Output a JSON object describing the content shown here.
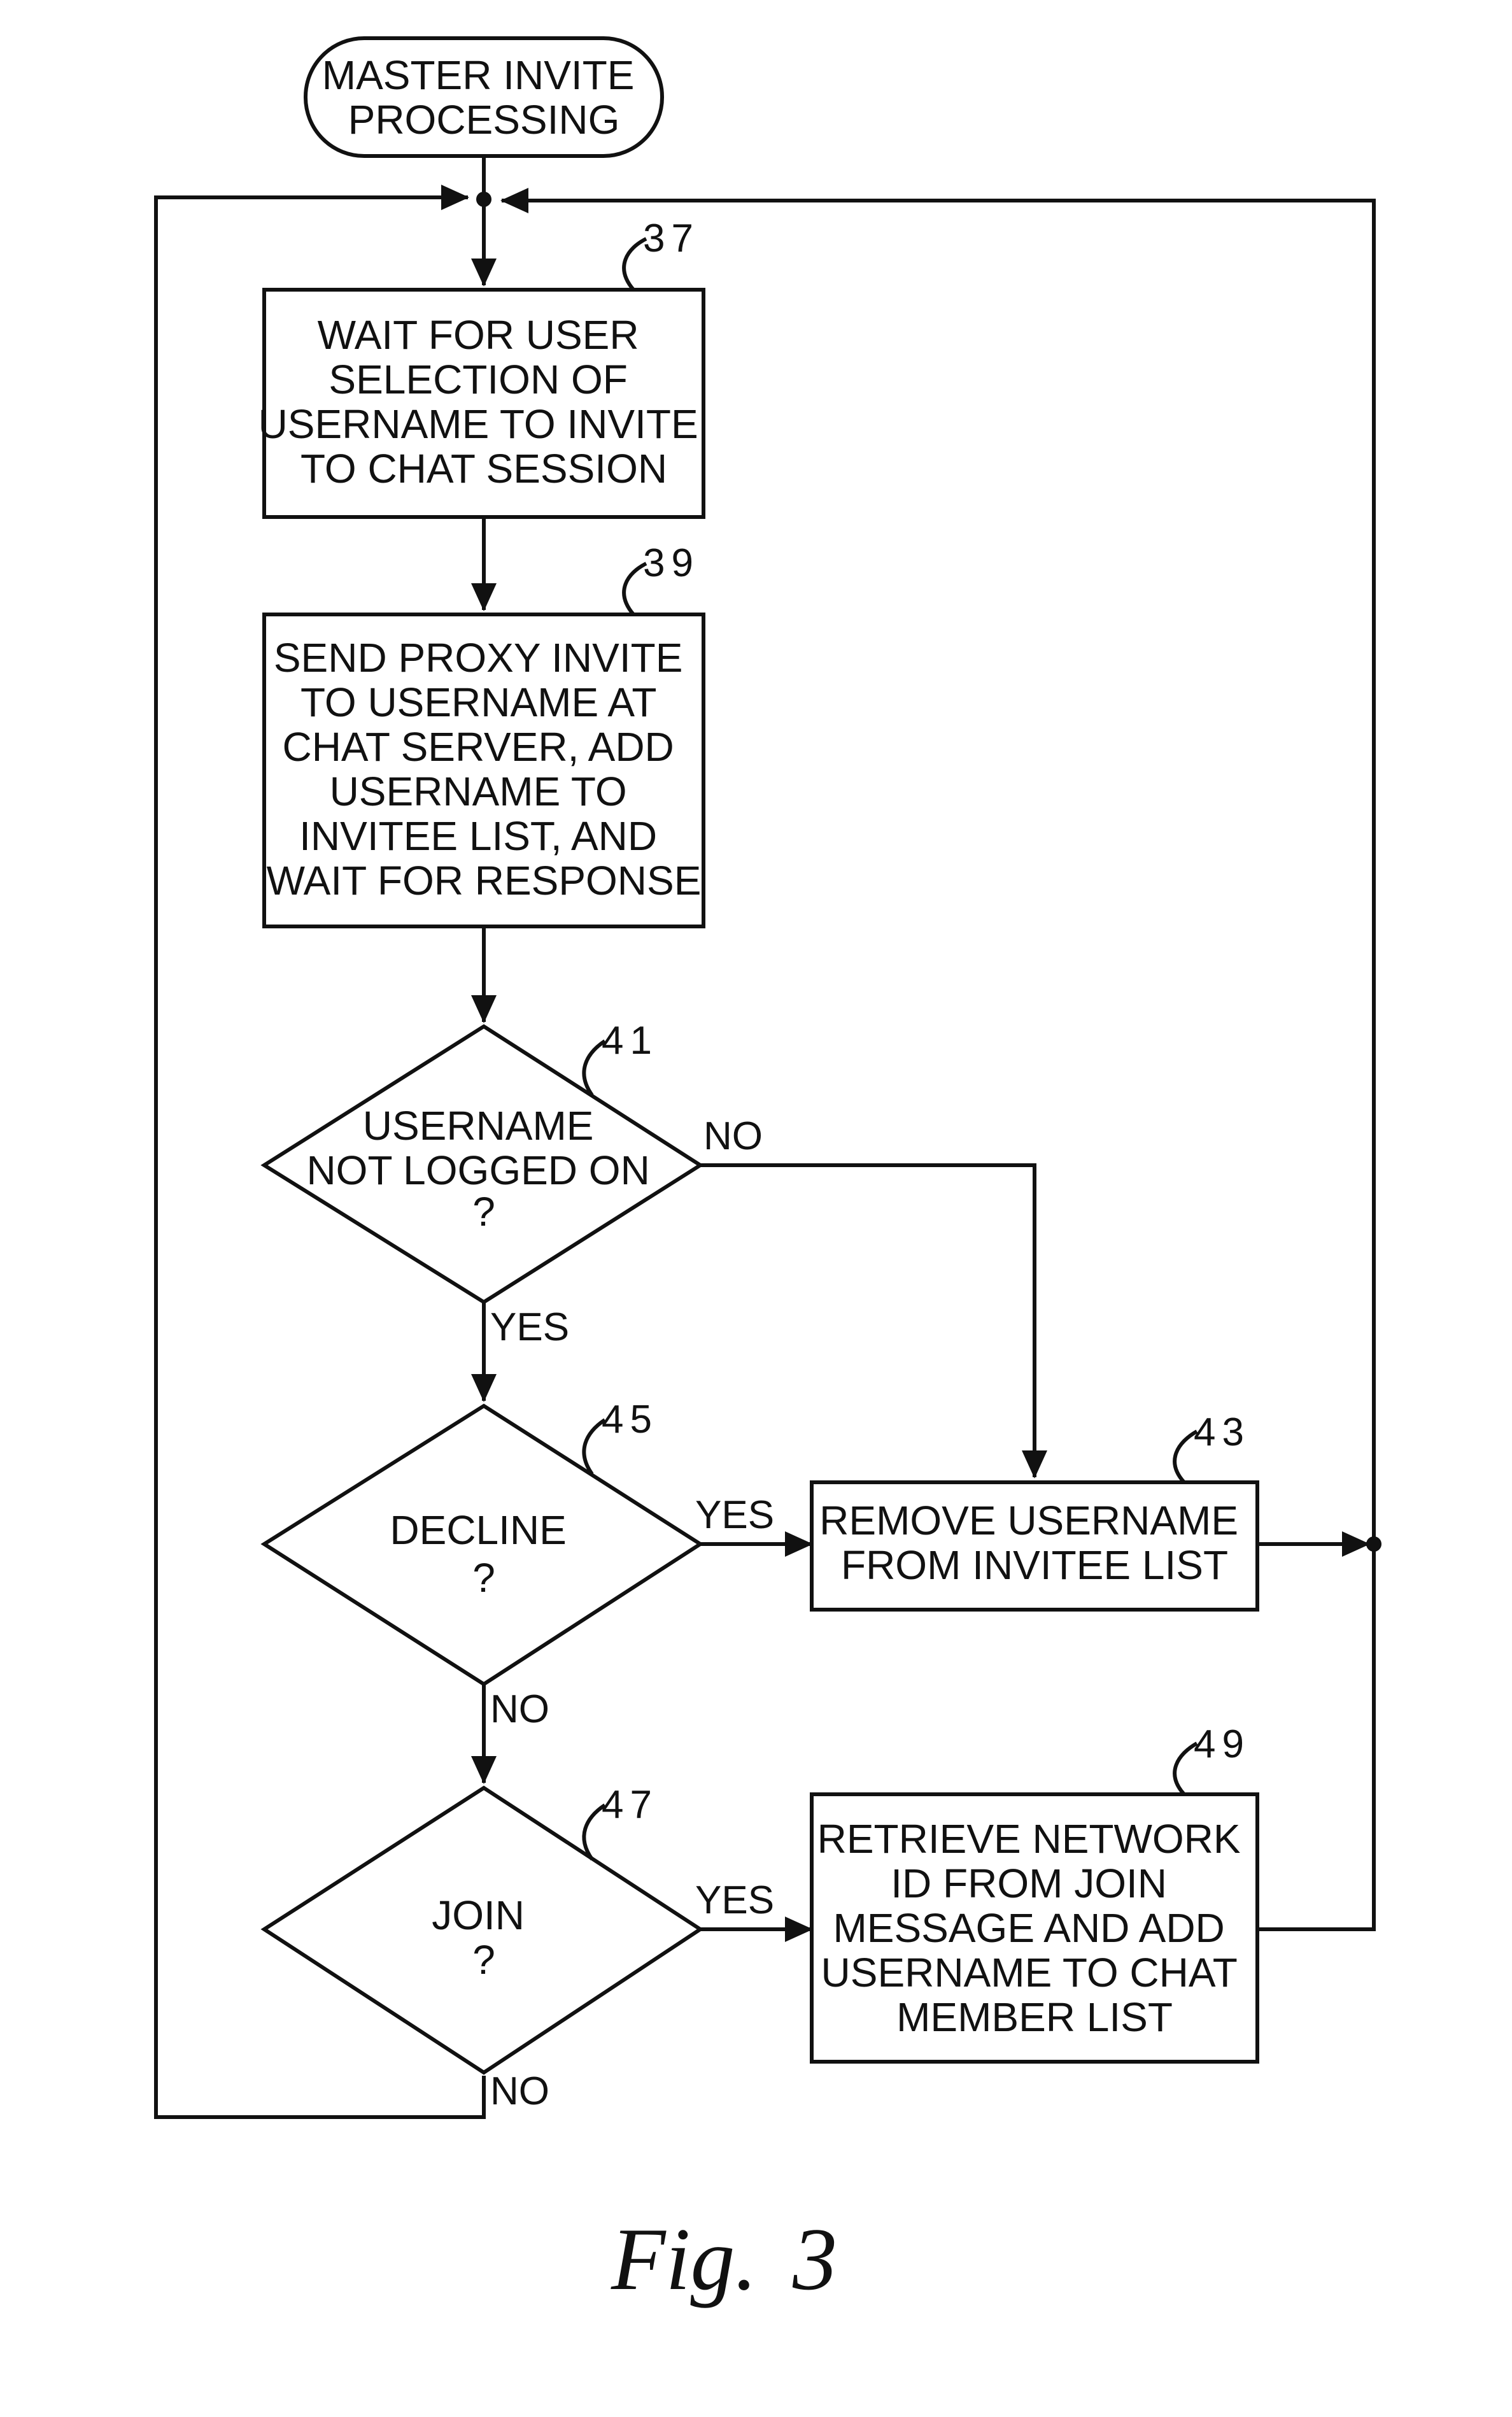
{
  "diagram": {
    "nodes": [
      {
        "id": "start",
        "shape": "terminal",
        "lines": [
          "MASTER INVITE",
          "PROCESSING"
        ]
      },
      {
        "id": "37",
        "ref": "37",
        "shape": "process",
        "lines": [
          "WAIT FOR USER",
          "SELECTION OF",
          "USERNAME TO INVITE",
          "TO CHAT SESSION"
        ]
      },
      {
        "id": "39",
        "ref": "39",
        "shape": "process",
        "lines": [
          "SEND PROXY INVITE",
          "TO USERNAME AT",
          "CHAT SERVER, ADD",
          "USERNAME TO",
          "INVITEE LIST, AND",
          "WAIT FOR RESPONSE"
        ]
      },
      {
        "id": "41",
        "ref": "41",
        "shape": "decision",
        "lines": [
          "USERNAME",
          "NOT LOGGED ON",
          "?"
        ]
      },
      {
        "id": "45",
        "ref": "45",
        "shape": "decision",
        "lines": [
          "DECLINE",
          "?"
        ]
      },
      {
        "id": "47",
        "ref": "47",
        "shape": "decision",
        "lines": [
          "JOIN",
          "?"
        ]
      },
      {
        "id": "43",
        "ref": "43",
        "shape": "process",
        "lines": [
          "REMOVE USERNAME",
          "FROM INVITEE LIST"
        ]
      },
      {
        "id": "49",
        "ref": "49",
        "shape": "process",
        "lines": [
          "RETRIEVE NETWORK",
          "ID FROM JOIN",
          "MESSAGE AND ADD",
          "USERNAME TO CHAT",
          "MEMBER LIST"
        ]
      }
    ],
    "edges": [
      {
        "from": "start",
        "to": "37",
        "label": ""
      },
      {
        "from": "37",
        "to": "39",
        "label": ""
      },
      {
        "from": "39",
        "to": "41",
        "label": ""
      },
      {
        "from": "41",
        "to": "45",
        "label": "YES"
      },
      {
        "from": "41",
        "to": "43",
        "label": "NO"
      },
      {
        "from": "45",
        "to": "43",
        "label": "YES"
      },
      {
        "from": "45",
        "to": "47",
        "label": "NO"
      },
      {
        "from": "47",
        "to": "49",
        "label": "YES"
      },
      {
        "from": "47",
        "to": "37",
        "label": "NO"
      },
      {
        "from": "43",
        "to": "37",
        "label": ""
      },
      {
        "from": "49",
        "to": "37",
        "label": ""
      }
    ]
  },
  "figure": {
    "caption": "Fig.",
    "number": "3"
  }
}
